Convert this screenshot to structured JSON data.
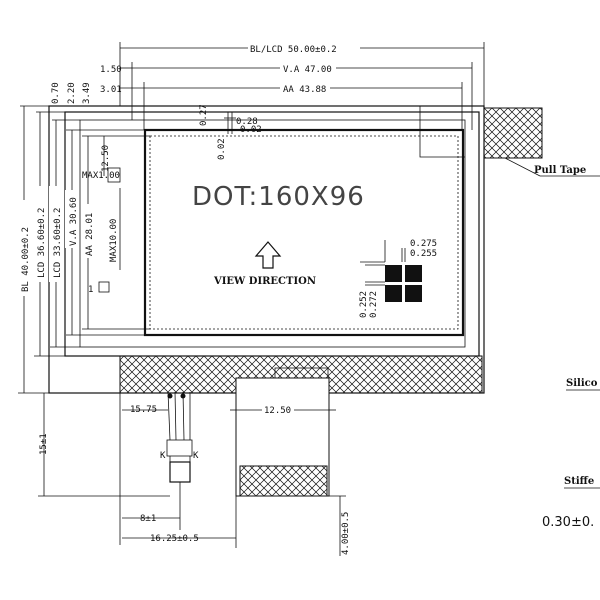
{
  "dimensions": {
    "bl_lcd_width": "BL/LCD 50.00±0.2",
    "va_width": "V.A 47.00",
    "aa_width": "AA 43.88",
    "left_150": "1.50",
    "left_301": "3.01",
    "top_070": "0.70",
    "top_220": "2.20",
    "top_349": "3.49",
    "bl_height": "BL 40.00±0.2",
    "lcd_height": "LCD 36.60±0.2",
    "lcd_inner": "LCD 33.60±0.2",
    "va_height": "V.A 30.60",
    "aa_height": "AA 28.01",
    "height_1250": "12.50",
    "max_100": "MAX1.00",
    "max_1000": "MAX10.00",
    "dot_027": "0.27",
    "dot_028": "0.28",
    "dot_002": "0.02",
    "dot_002b": "0.02",
    "pixel_0275": "0.275",
    "pixel_0255": "0.255",
    "pixel_0252": "0.252",
    "pixel_0272": "0.272",
    "fpc_1575": "15.75",
    "fpc_1250": "12.50",
    "fpc_8": "8±1",
    "fpc_1625": "16.25±0.5",
    "fpc_400": "4.00±0.5",
    "side_15": "15±1",
    "pin_k1": "K",
    "pin_k2": "K",
    "small_mark": "1"
  },
  "labels": {
    "dot_format": "DOT:160X96",
    "view_direction": "VIEW DIRECTION",
    "pull_tape": "Pull Tape",
    "silicon": "Silico",
    "stiffener": "Stiffe",
    "thickness": "0.30±0."
  }
}
